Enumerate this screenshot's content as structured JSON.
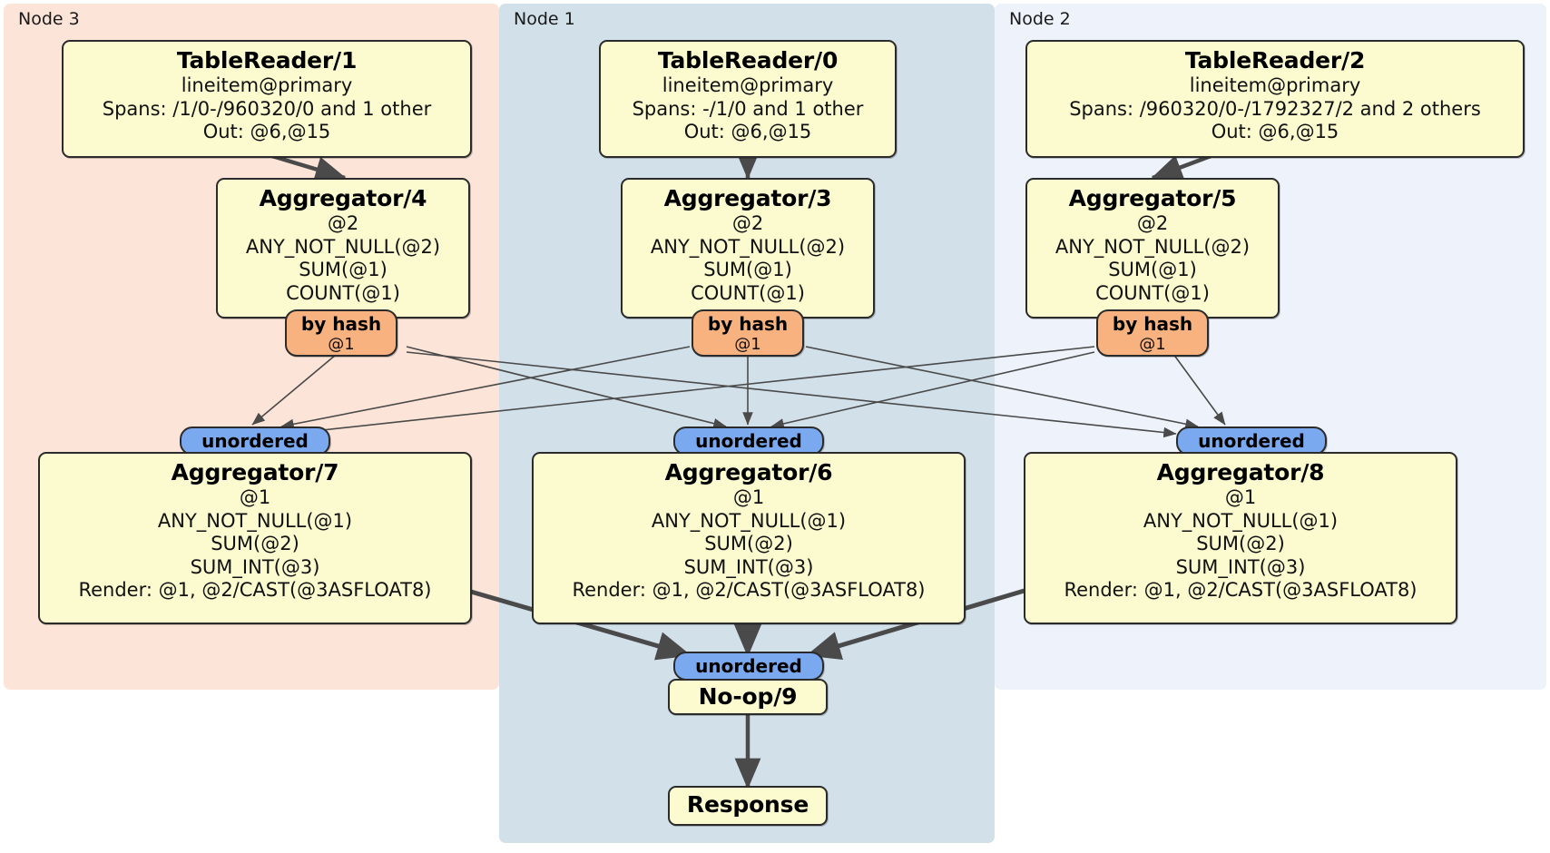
{
  "diagram": {
    "type": "distributed-query-plan",
    "colors": {
      "node3_panel": "#fce5d8",
      "node1_panel": "#d2e0ea",
      "node2_panel": "#edf2fb",
      "processor_fill": "#fbfbcf",
      "hash_router_fill": "#f7b280",
      "unordered_synchronizer_fill": "#7aa9f0",
      "edge": "#4a4a4a",
      "border": "#2b2b2b"
    }
  },
  "panels": [
    {
      "id": "node3",
      "label": "Node 3"
    },
    {
      "id": "node1",
      "label": "Node 1"
    },
    {
      "id": "node2",
      "label": "Node 2"
    }
  ],
  "processors": {
    "table_reader_1": {
      "title": "TableReader/1",
      "lines": [
        "lineitem@primary",
        "Spans: /1/0-/960320/0 and 1 other",
        "Out: @6,@15"
      ]
    },
    "table_reader_0": {
      "title": "TableReader/0",
      "lines": [
        "lineitem@primary",
        "Spans: -/1/0 and 1 other",
        "Out: @6,@15"
      ]
    },
    "table_reader_2": {
      "title": "TableReader/2",
      "lines": [
        "lineitem@primary",
        "Spans: /960320/0-/1792327/2 and 2 others",
        "Out: @6,@15"
      ]
    },
    "aggregator_4": {
      "title": "Aggregator/4",
      "lines": [
        "@2",
        "ANY_NOT_NULL(@2)",
        "SUM(@1)",
        "COUNT(@1)"
      ]
    },
    "aggregator_3": {
      "title": "Aggregator/3",
      "lines": [
        "@2",
        "ANY_NOT_NULL(@2)",
        "SUM(@1)",
        "COUNT(@1)"
      ]
    },
    "aggregator_5": {
      "title": "Aggregator/5",
      "lines": [
        "@2",
        "ANY_NOT_NULL(@2)",
        "SUM(@1)",
        "COUNT(@1)"
      ]
    },
    "aggregator_7": {
      "title": "Aggregator/7",
      "lines": [
        "@1",
        "ANY_NOT_NULL(@1)",
        "SUM(@2)",
        "SUM_INT(@3)",
        "Render: @1, @2/CAST(@3ASFLOAT8)"
      ]
    },
    "aggregator_6": {
      "title": "Aggregator/6",
      "lines": [
        "@1",
        "ANY_NOT_NULL(@1)",
        "SUM(@2)",
        "SUM_INT(@3)",
        "Render: @1, @2/CAST(@3ASFLOAT8)"
      ]
    },
    "aggregator_8": {
      "title": "Aggregator/8",
      "lines": [
        "@1",
        "ANY_NOT_NULL(@1)",
        "SUM(@2)",
        "SUM_INT(@3)",
        "Render: @1, @2/CAST(@3ASFLOAT8)"
      ]
    },
    "noop_9": {
      "title": "No-op/9",
      "lines": []
    },
    "response": {
      "title": "Response",
      "lines": []
    }
  },
  "routers": {
    "hash_left": {
      "title": "by hash",
      "sub": "@1"
    },
    "hash_middle": {
      "title": "by hash",
      "sub": "@1"
    },
    "hash_right": {
      "title": "by hash",
      "sub": "@1"
    }
  },
  "synchronizers": {
    "unordered_left": {
      "title": "unordered"
    },
    "unordered_middle": {
      "title": "unordered"
    },
    "unordered_right": {
      "title": "unordered"
    },
    "unordered_final": {
      "title": "unordered"
    }
  }
}
